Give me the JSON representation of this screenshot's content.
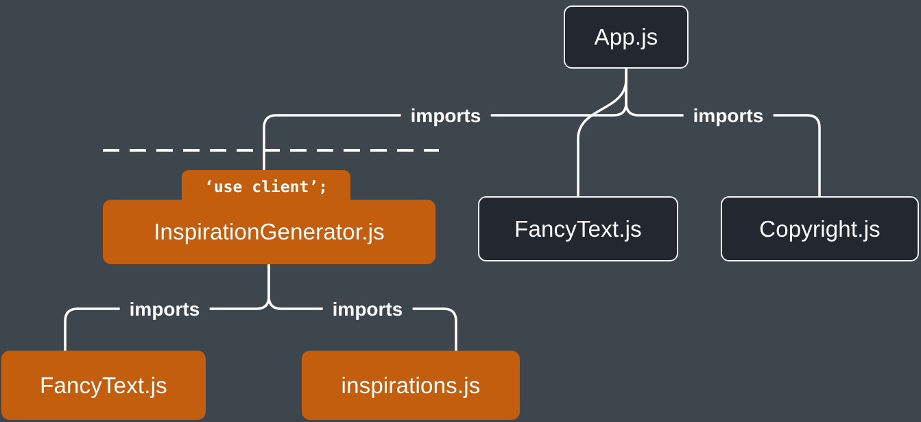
{
  "diagram": {
    "background_color": "#3E464D",
    "colors": {
      "server_node_fill": "#23272F",
      "server_node_border": "#F2F4F7",
      "client_node_fill": "#C25E0E",
      "connector": "#FFFFFF",
      "label_text": "#FFFFFF"
    },
    "nodes": {
      "app": {
        "label": "App.js",
        "type": "server"
      },
      "inspiration_generator": {
        "label": "InspirationGenerator.js",
        "type": "client",
        "directive": "‘use client’;"
      },
      "fancy_text_server": {
        "label": "FancyText.js",
        "type": "server"
      },
      "copyright": {
        "label": "Copyright.js",
        "type": "server"
      },
      "fancy_text_client": {
        "label": "FancyText.js",
        "type": "client"
      },
      "inspirations": {
        "label": "inspirations.js",
        "type": "client"
      }
    },
    "edges": {
      "app_to_inspiration_generator": {
        "label": "imports"
      },
      "app_to_fancy_text": {
        "label": ""
      },
      "app_to_copyright": {
        "label": "imports"
      },
      "inspiration_generator_to_fancy_text": {
        "label": "imports"
      },
      "inspiration_generator_to_inspirations": {
        "label": "imports"
      }
    }
  }
}
